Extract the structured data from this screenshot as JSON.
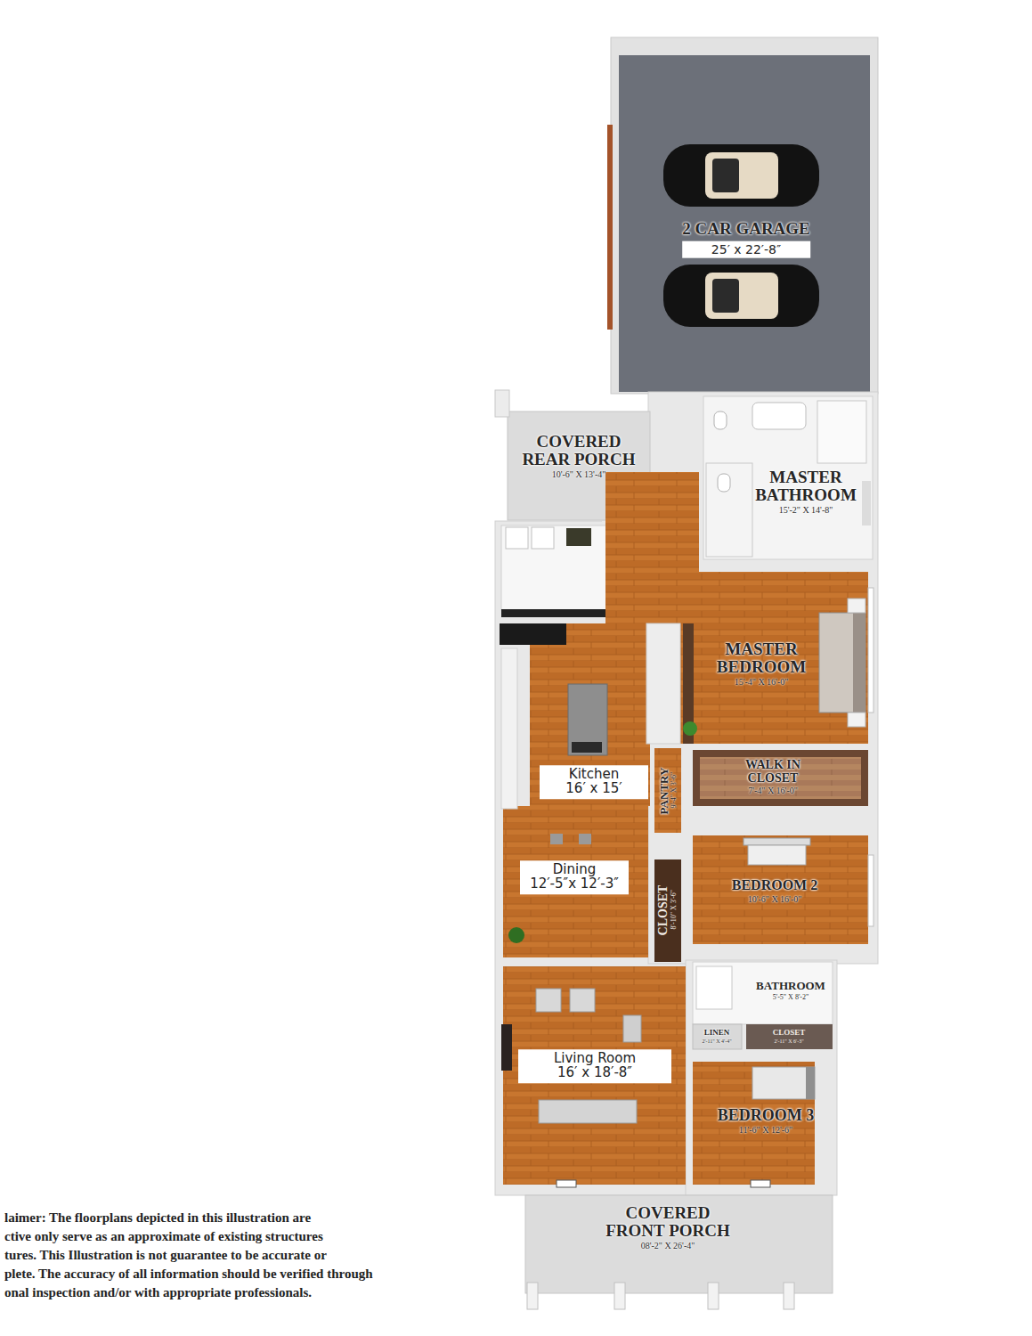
{
  "diagram": {
    "nodes": [
      {
        "text": [
          "2 CAR GARAGE",
          "25′ x 22′-8″"
        ]
      },
      {
        "text": [
          "COVERED REAR PORCH",
          "10'-6\" X 13'-4\""
        ]
      },
      {
        "text": [
          "MASTER BATHROOM",
          "15'-2\" X 14'-8\""
        ]
      },
      {
        "text": [
          "MASTER BEDROOM",
          "15'-4\" X 16'-0\""
        ]
      },
      {
        "text": [
          "Kitchen",
          "16′ x 15′"
        ]
      },
      {
        "text": [
          "WALK IN CLOSET",
          "7'-4\" X 16'-0\""
        ]
      },
      {
        "text": [
          "PANTRY",
          "9'-4\" X 3'-6\""
        ]
      },
      {
        "text": [
          "Dining",
          "12′-5″x 12′-3″"
        ]
      },
      {
        "text": [
          "BEDROOM 2",
          "10'-6\" X 16'-0\""
        ]
      },
      {
        "text": [
          "CLOSET",
          "8'-10\" X 3'-6\""
        ]
      },
      {
        "text": [
          "BATHROOM",
          "5'-5\" X 8'-2\""
        ]
      },
      {
        "text": [
          "LINEN",
          "2'-11\" X 4'-4\""
        ]
      },
      {
        "text": [
          "CLOSET",
          "2'-11\" X 6'-3\""
        ]
      },
      {
        "text": [
          "Living Room",
          "16′ x 18′-8″"
        ]
      },
      {
        "text": [
          "BEDROOM 3",
          "11'-6\" X 12'-6\""
        ]
      },
      {
        "text": [
          "COVERED FRONT PORCH",
          "08'-2\" X 26'-4\""
        ]
      }
    ],
    "labels": [
      "laimer: The floorplans depicted in this illustration are",
      "ctive only serve as an approximate of existing structures",
      "tures. This Illustration is not guarantee to be accurate or",
      "plete. The accuracy of all information should be verified through",
      "onal  inspection and/or with appropriate professionals."
    ]
  }
}
